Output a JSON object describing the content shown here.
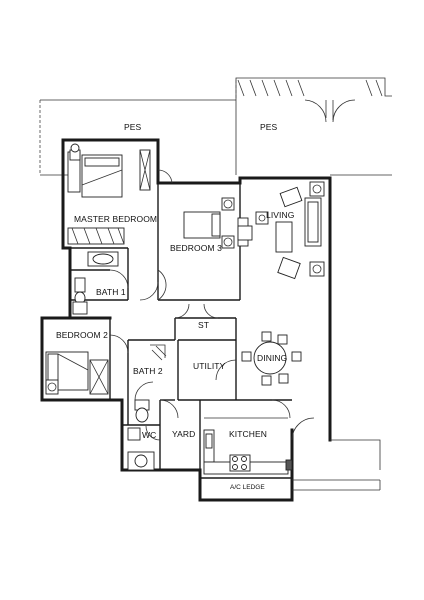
{
  "labels": {
    "pes_left": "PES",
    "pes_right": "PES",
    "master_bedroom": "MASTER BEDROOM",
    "bedroom_3": "BEDROOM 3",
    "living": "LIVING",
    "bath_1": "BATH 1",
    "st": "ST",
    "bedroom_2": "BEDROOM 2",
    "dining": "DINING",
    "bath_2": "BATH 2",
    "utility": "UTILITY",
    "wc": "WC",
    "yard": "YARD",
    "kitchen": "KITCHEN",
    "ac_ledge": "A/C LEDGE"
  }
}
